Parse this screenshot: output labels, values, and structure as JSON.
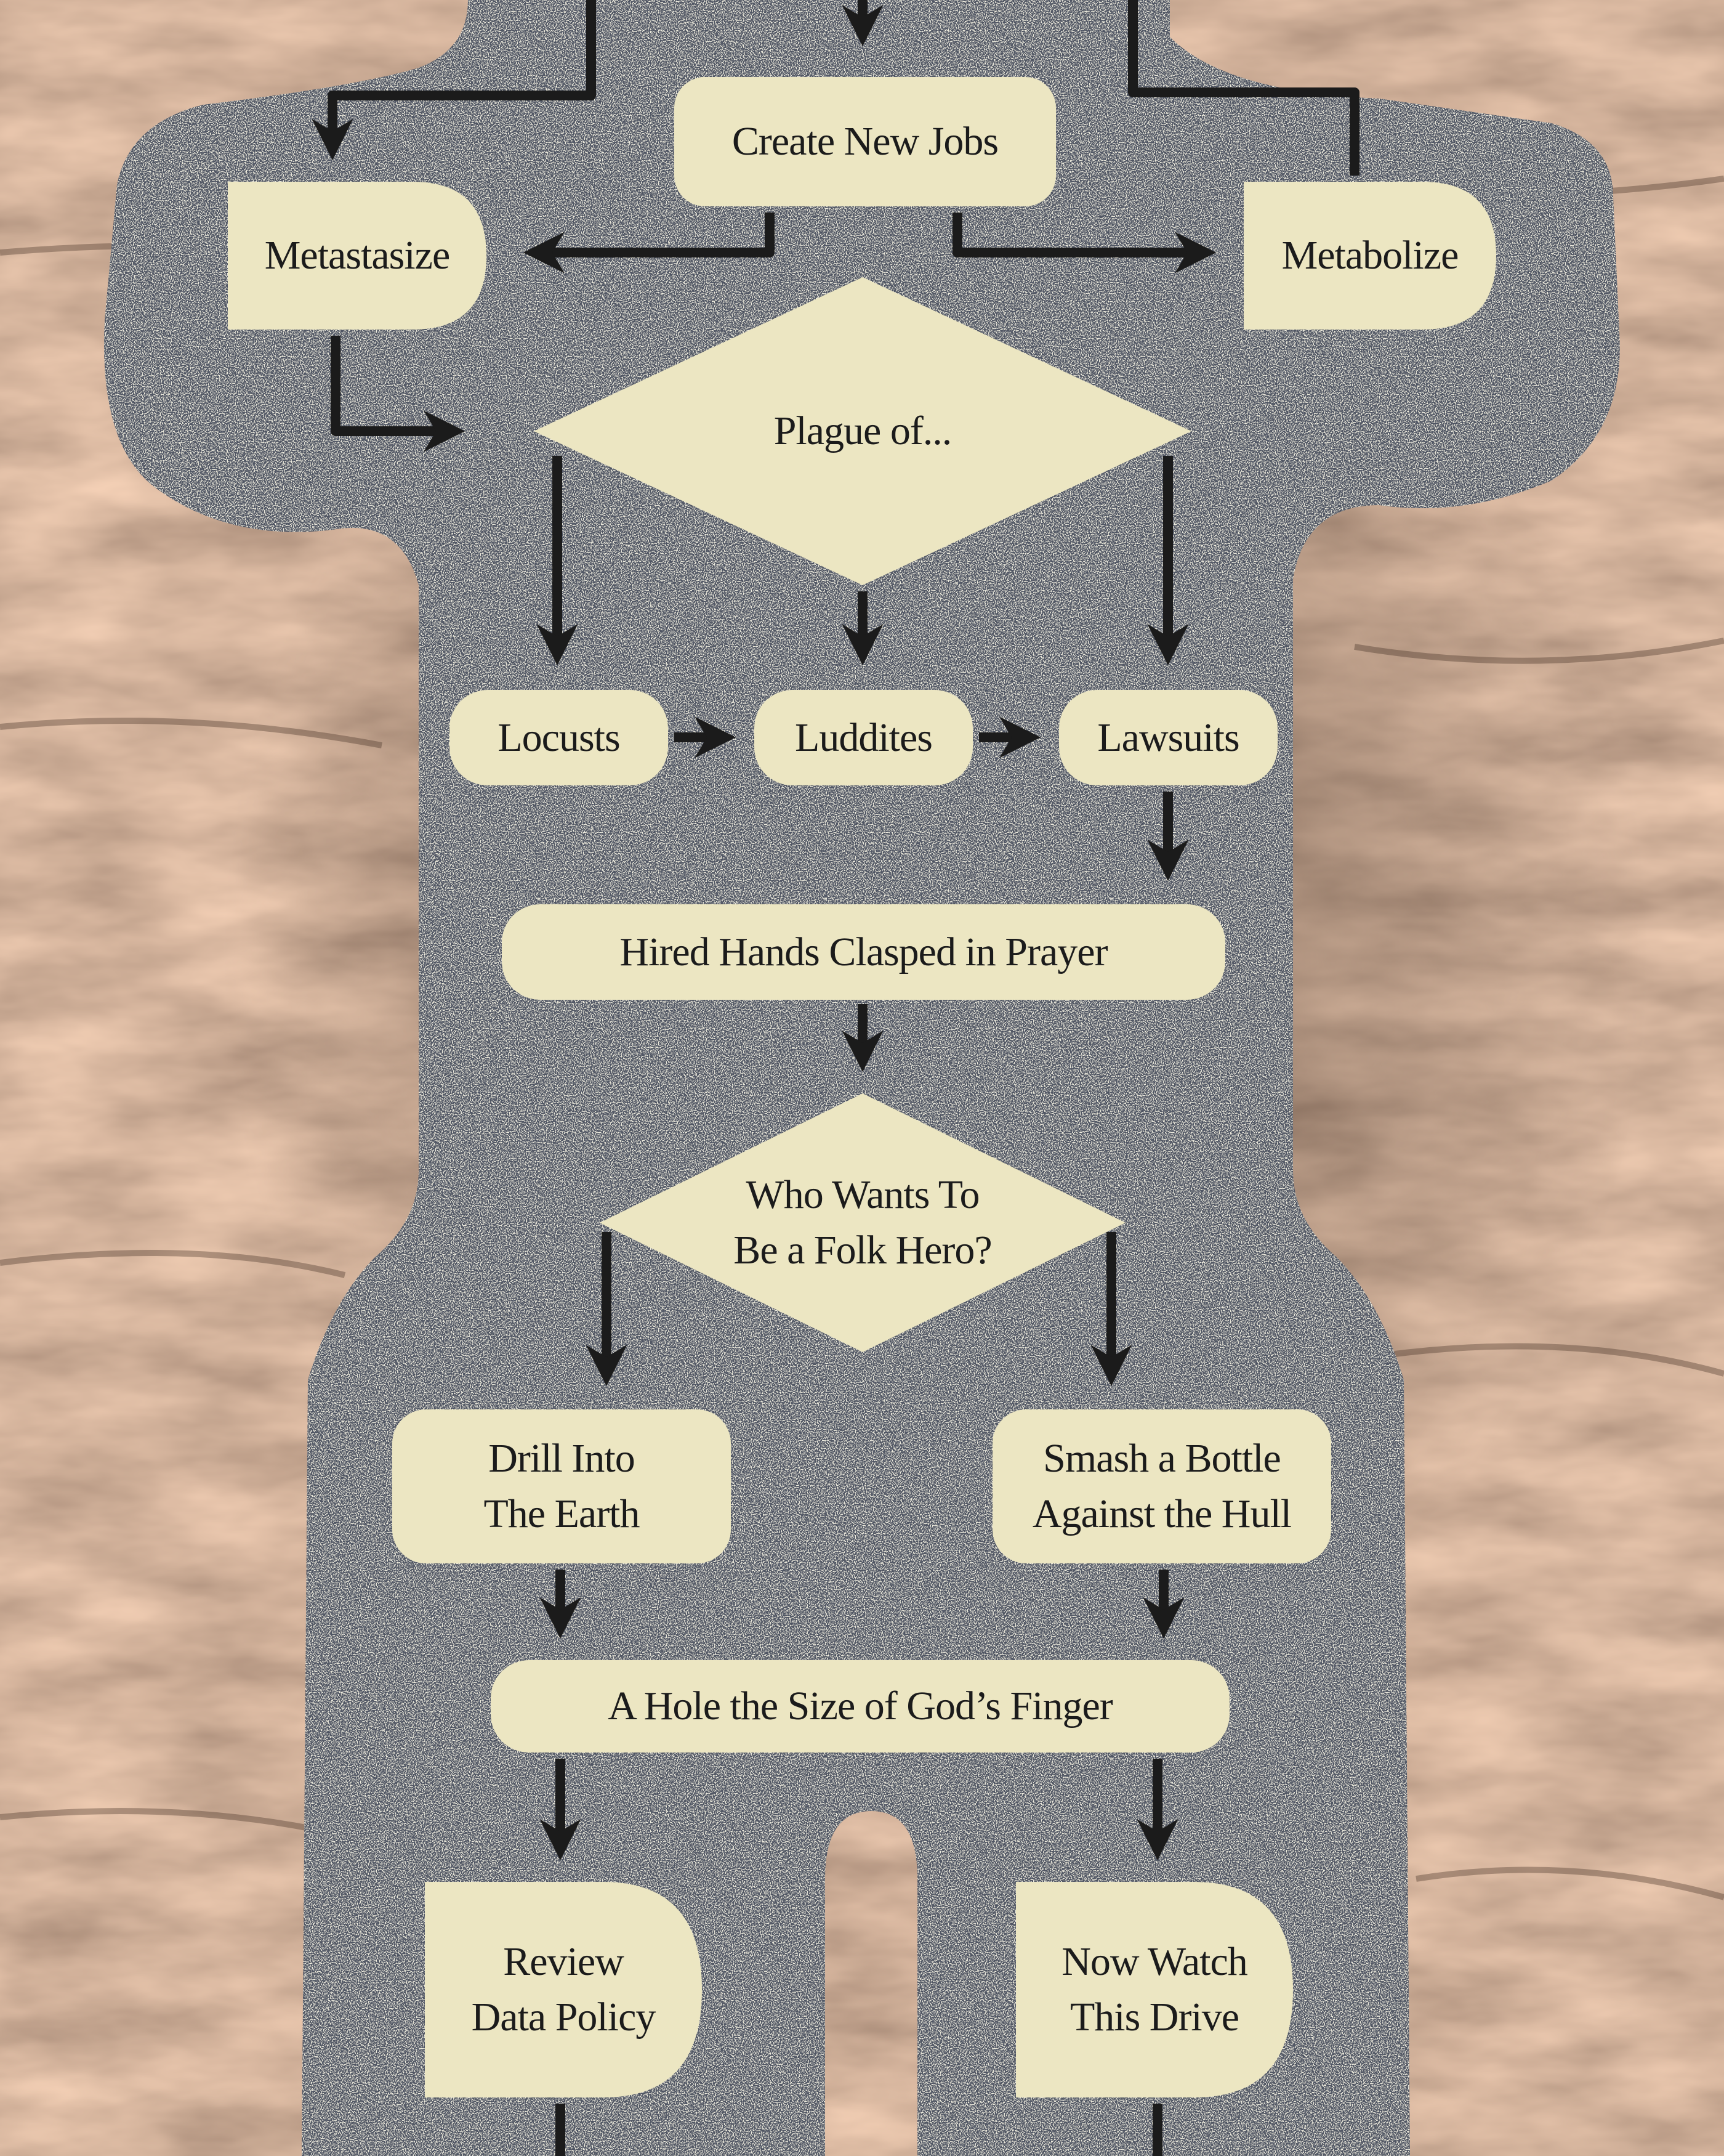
{
  "colors": {
    "wall_base": "#8a5e44",
    "wall_light": "#b48562",
    "wall_shadow": "#4a3327",
    "slab": "#4f5564",
    "slab_speckle": "#d8d2b8",
    "panel": "#ece6c2",
    "ink": "#1b1b1b"
  },
  "nodes": {
    "create_new_jobs": "Create New Jobs",
    "metastasize": "Metastasize",
    "metabolize": "Metabolize",
    "plague_of": "Plague of...",
    "locusts": "Locusts",
    "luddites": "Luddites",
    "lawsuits": "Lawsuits",
    "hired_hands": "Hired Hands Clasped in Prayer",
    "folk_hero": "Who Wants To\nBe a Folk Hero?",
    "drill_earth": "Drill Into\nThe Earth",
    "smash_bottle": "Smash a Bottle\nAgainst the Hull",
    "hole_size": "A Hole the Size of God’s Finger",
    "review_data": "Review\nData Policy",
    "watch_drive": "Now Watch\nThis Drive"
  }
}
